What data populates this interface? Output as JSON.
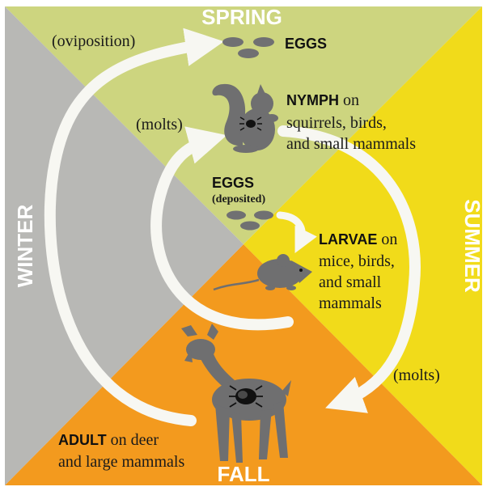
{
  "seasons": {
    "spring": "SPRING",
    "summer": "SUMMER",
    "fall": "FALL",
    "winter": "WINTER"
  },
  "colors": {
    "spring": "#cdd57f",
    "summer": "#f1db1a",
    "fall": "#f39a1e",
    "winter": "#b8b8b5",
    "arrow": "#f7f7f2",
    "animal": "#6f6f70"
  },
  "stages": {
    "oviposition": "(oviposition)",
    "eggs_top": "EGGS",
    "molts_upper": "(molts)",
    "nymph": {
      "title": "NYMPH",
      "suffix": " on",
      "line2": "squirrels, birds,",
      "line3": "and small mammals"
    },
    "eggs_mid": "EGGS",
    "deposited": "(deposited)",
    "larvae": {
      "title": "LARVAE",
      "suffix": " on",
      "line2": "mice, birds,",
      "line3": "and small",
      "line4": "mammals"
    },
    "molts_lower": "(molts)",
    "adult": {
      "title": "ADULT",
      "suffix": " on deer",
      "line2": "and large mammals"
    }
  },
  "icons": [
    "squirrel-icon",
    "mouse-icon",
    "deer-icon",
    "tick-icon",
    "egg-cluster-icon"
  ]
}
